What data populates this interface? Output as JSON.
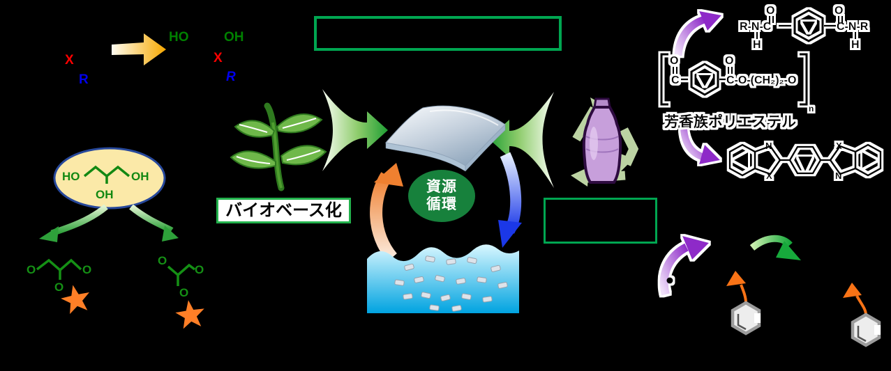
{
  "colors": {
    "background": "#000000",
    "box_border_green": "#00a651",
    "biobase_border_green": "#22b14c",
    "diol_text_green": "#008000",
    "x_red": "#ff0000",
    "r_blue": "#0000ee",
    "reaction_arrow_orange": "#f6a800",
    "glycerol_fill": "#fbe9a8",
    "glycerol_border": "#27489b",
    "star_orange": "#ff7f27",
    "plant_green": "#6fb84a",
    "trumpet_green": "#1f9e34",
    "cycle_ellipse_green": "#17813c",
    "cycle_orange": "#ef8030",
    "cycle_blue": "#1b38e8",
    "water_blue": "#00a3e0",
    "debris_gray": "#dde3ea",
    "recycle_sage": "#bcd3a3",
    "bottle_lavender": "#c79fdb",
    "purple_arrow": "#8e2bc8",
    "monomer_triangle_orange": "#f97316",
    "hexagon_gray": "#ededed"
  },
  "top_left": {
    "x": "X",
    "r": "R",
    "ho": "HO",
    "oh": "OH"
  },
  "glycerol": {
    "ho": "HO",
    "oh": "OH"
  },
  "bottom_left": {
    "o": "O"
  },
  "biobase": {
    "label": "バイオベース化"
  },
  "cycle": {
    "line1": "資源",
    "line2": "循環"
  },
  "polyamide": {
    "left": "R-N-C",
    "right": "C-N-R",
    "o": "O",
    "h": "H"
  },
  "polyester": {
    "c": "C",
    "o": "O",
    "tail": "C-O-(CH₂)₂-O",
    "n": "n",
    "label": "芳香族ポリエステル"
  },
  "benzazole": {
    "n": "N",
    "x": "X"
  }
}
